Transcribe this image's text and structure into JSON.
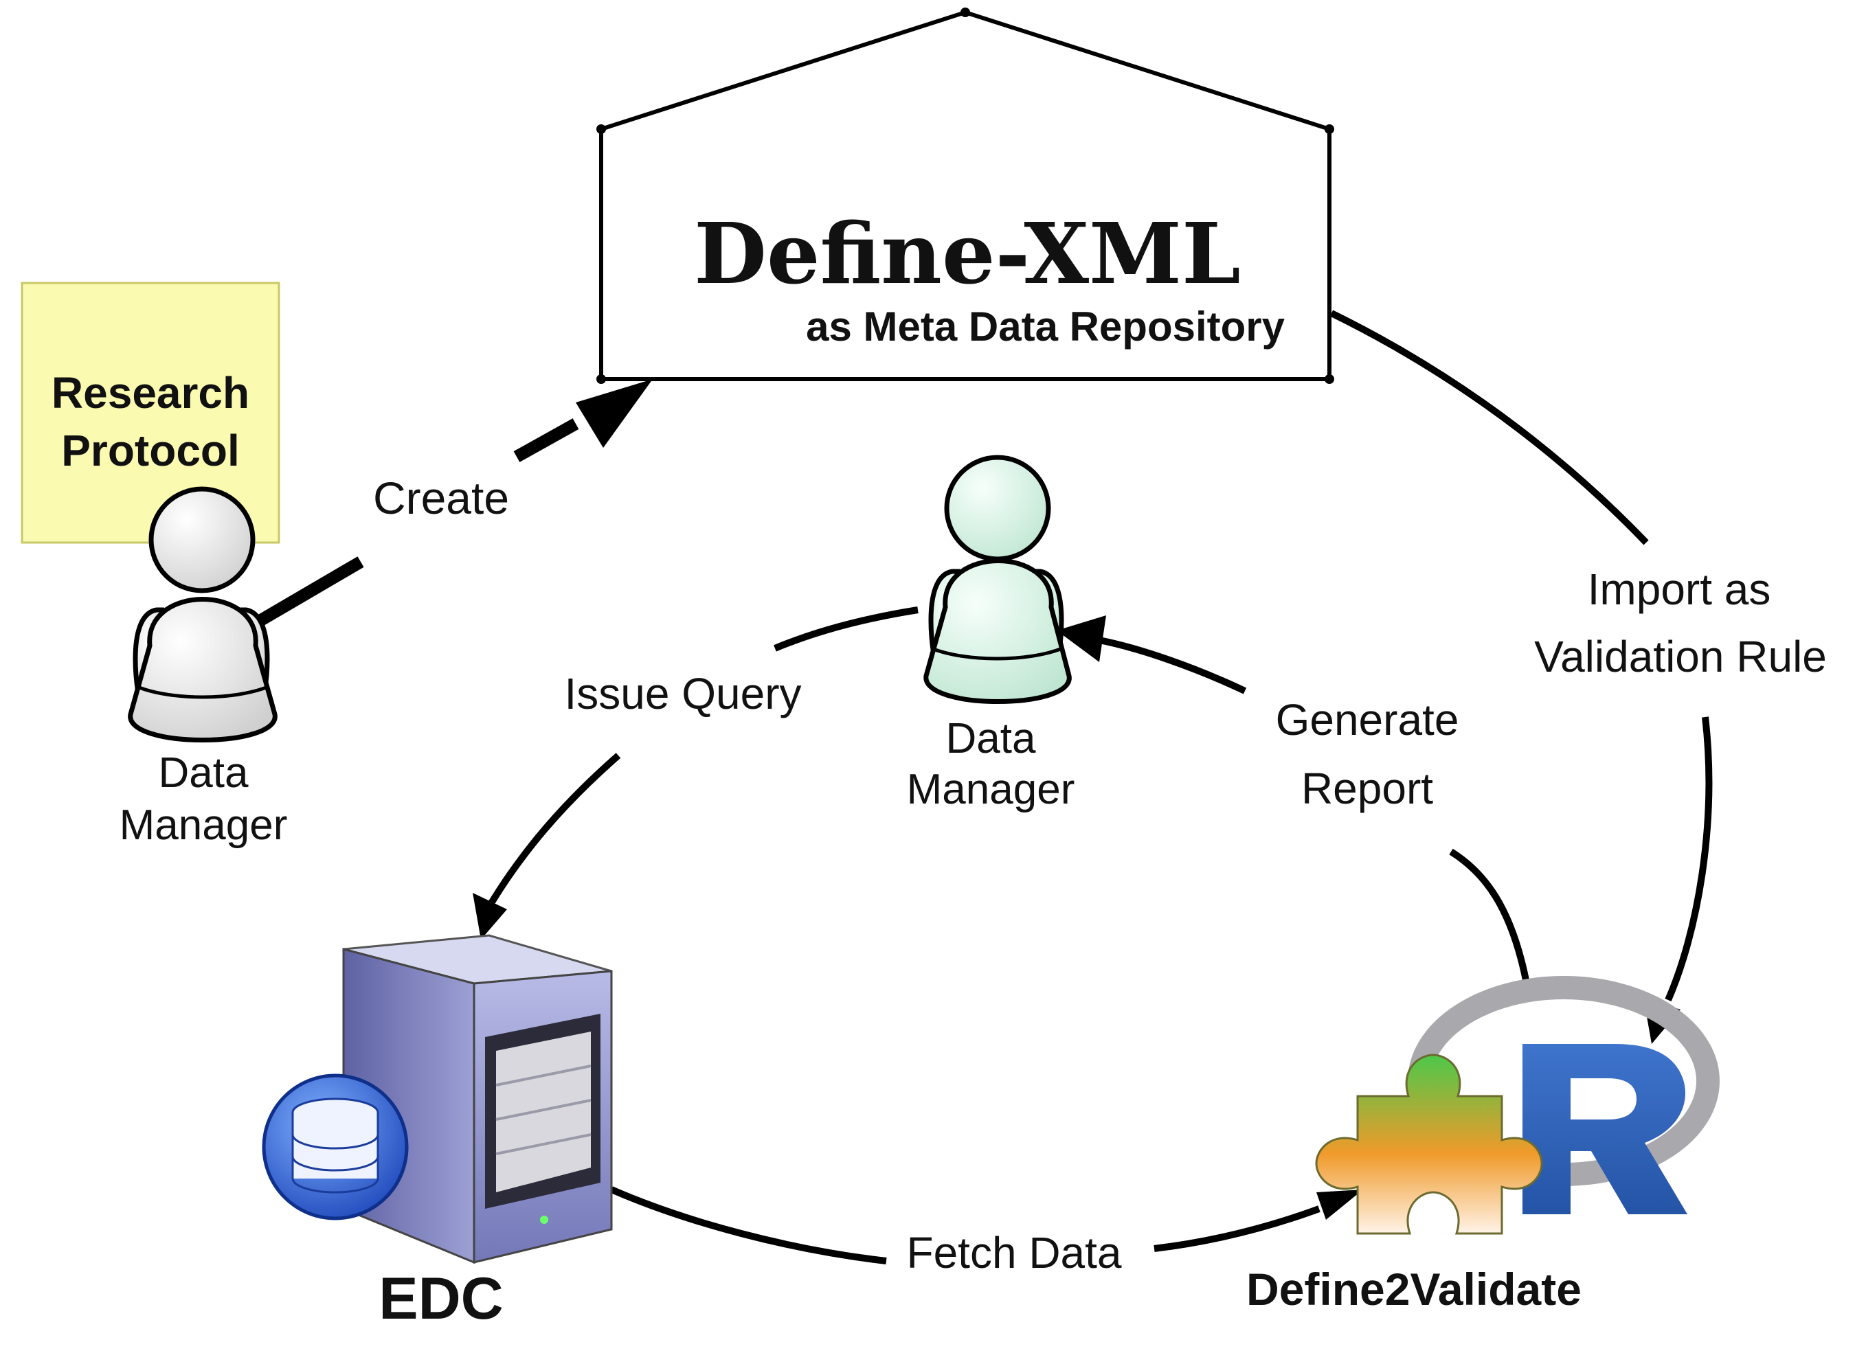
{
  "repository": {
    "title": "Define-XML",
    "subtitle": "as Meta Data Repository"
  },
  "protocol_note": {
    "line1": "Research",
    "line2": "Protocol"
  },
  "actors": {
    "left_manager": {
      "line1": "Data",
      "line2": "Manager"
    },
    "center_manager": {
      "line1": "Data",
      "line2": "Manager"
    }
  },
  "edges": {
    "create": "Create",
    "issue_query": "Issue Query",
    "import_rule": {
      "line1": "Import as",
      "line2": "Validation Rule"
    },
    "generate_report": {
      "line1": "Generate",
      "line2": "Report"
    },
    "fetch_data": "Fetch Data"
  },
  "nodes": {
    "edc": "EDC",
    "tool": "Define2Validate",
    "r_logo_letter": "R"
  },
  "colors": {
    "note_fill": "#fafab0",
    "note_border": "#c8c868",
    "manager_left_fill": "#f2f2f2",
    "manager_center_fill": "#dff5ea",
    "r_blue": "#2f62b3",
    "r_ring": "#a9a9ad",
    "server_body": "#7d80b8"
  },
  "icons": [
    "house-outline-icon",
    "person-icon",
    "server-icon",
    "database-icon",
    "puzzle-piece-icon",
    "r-logo-icon"
  ]
}
